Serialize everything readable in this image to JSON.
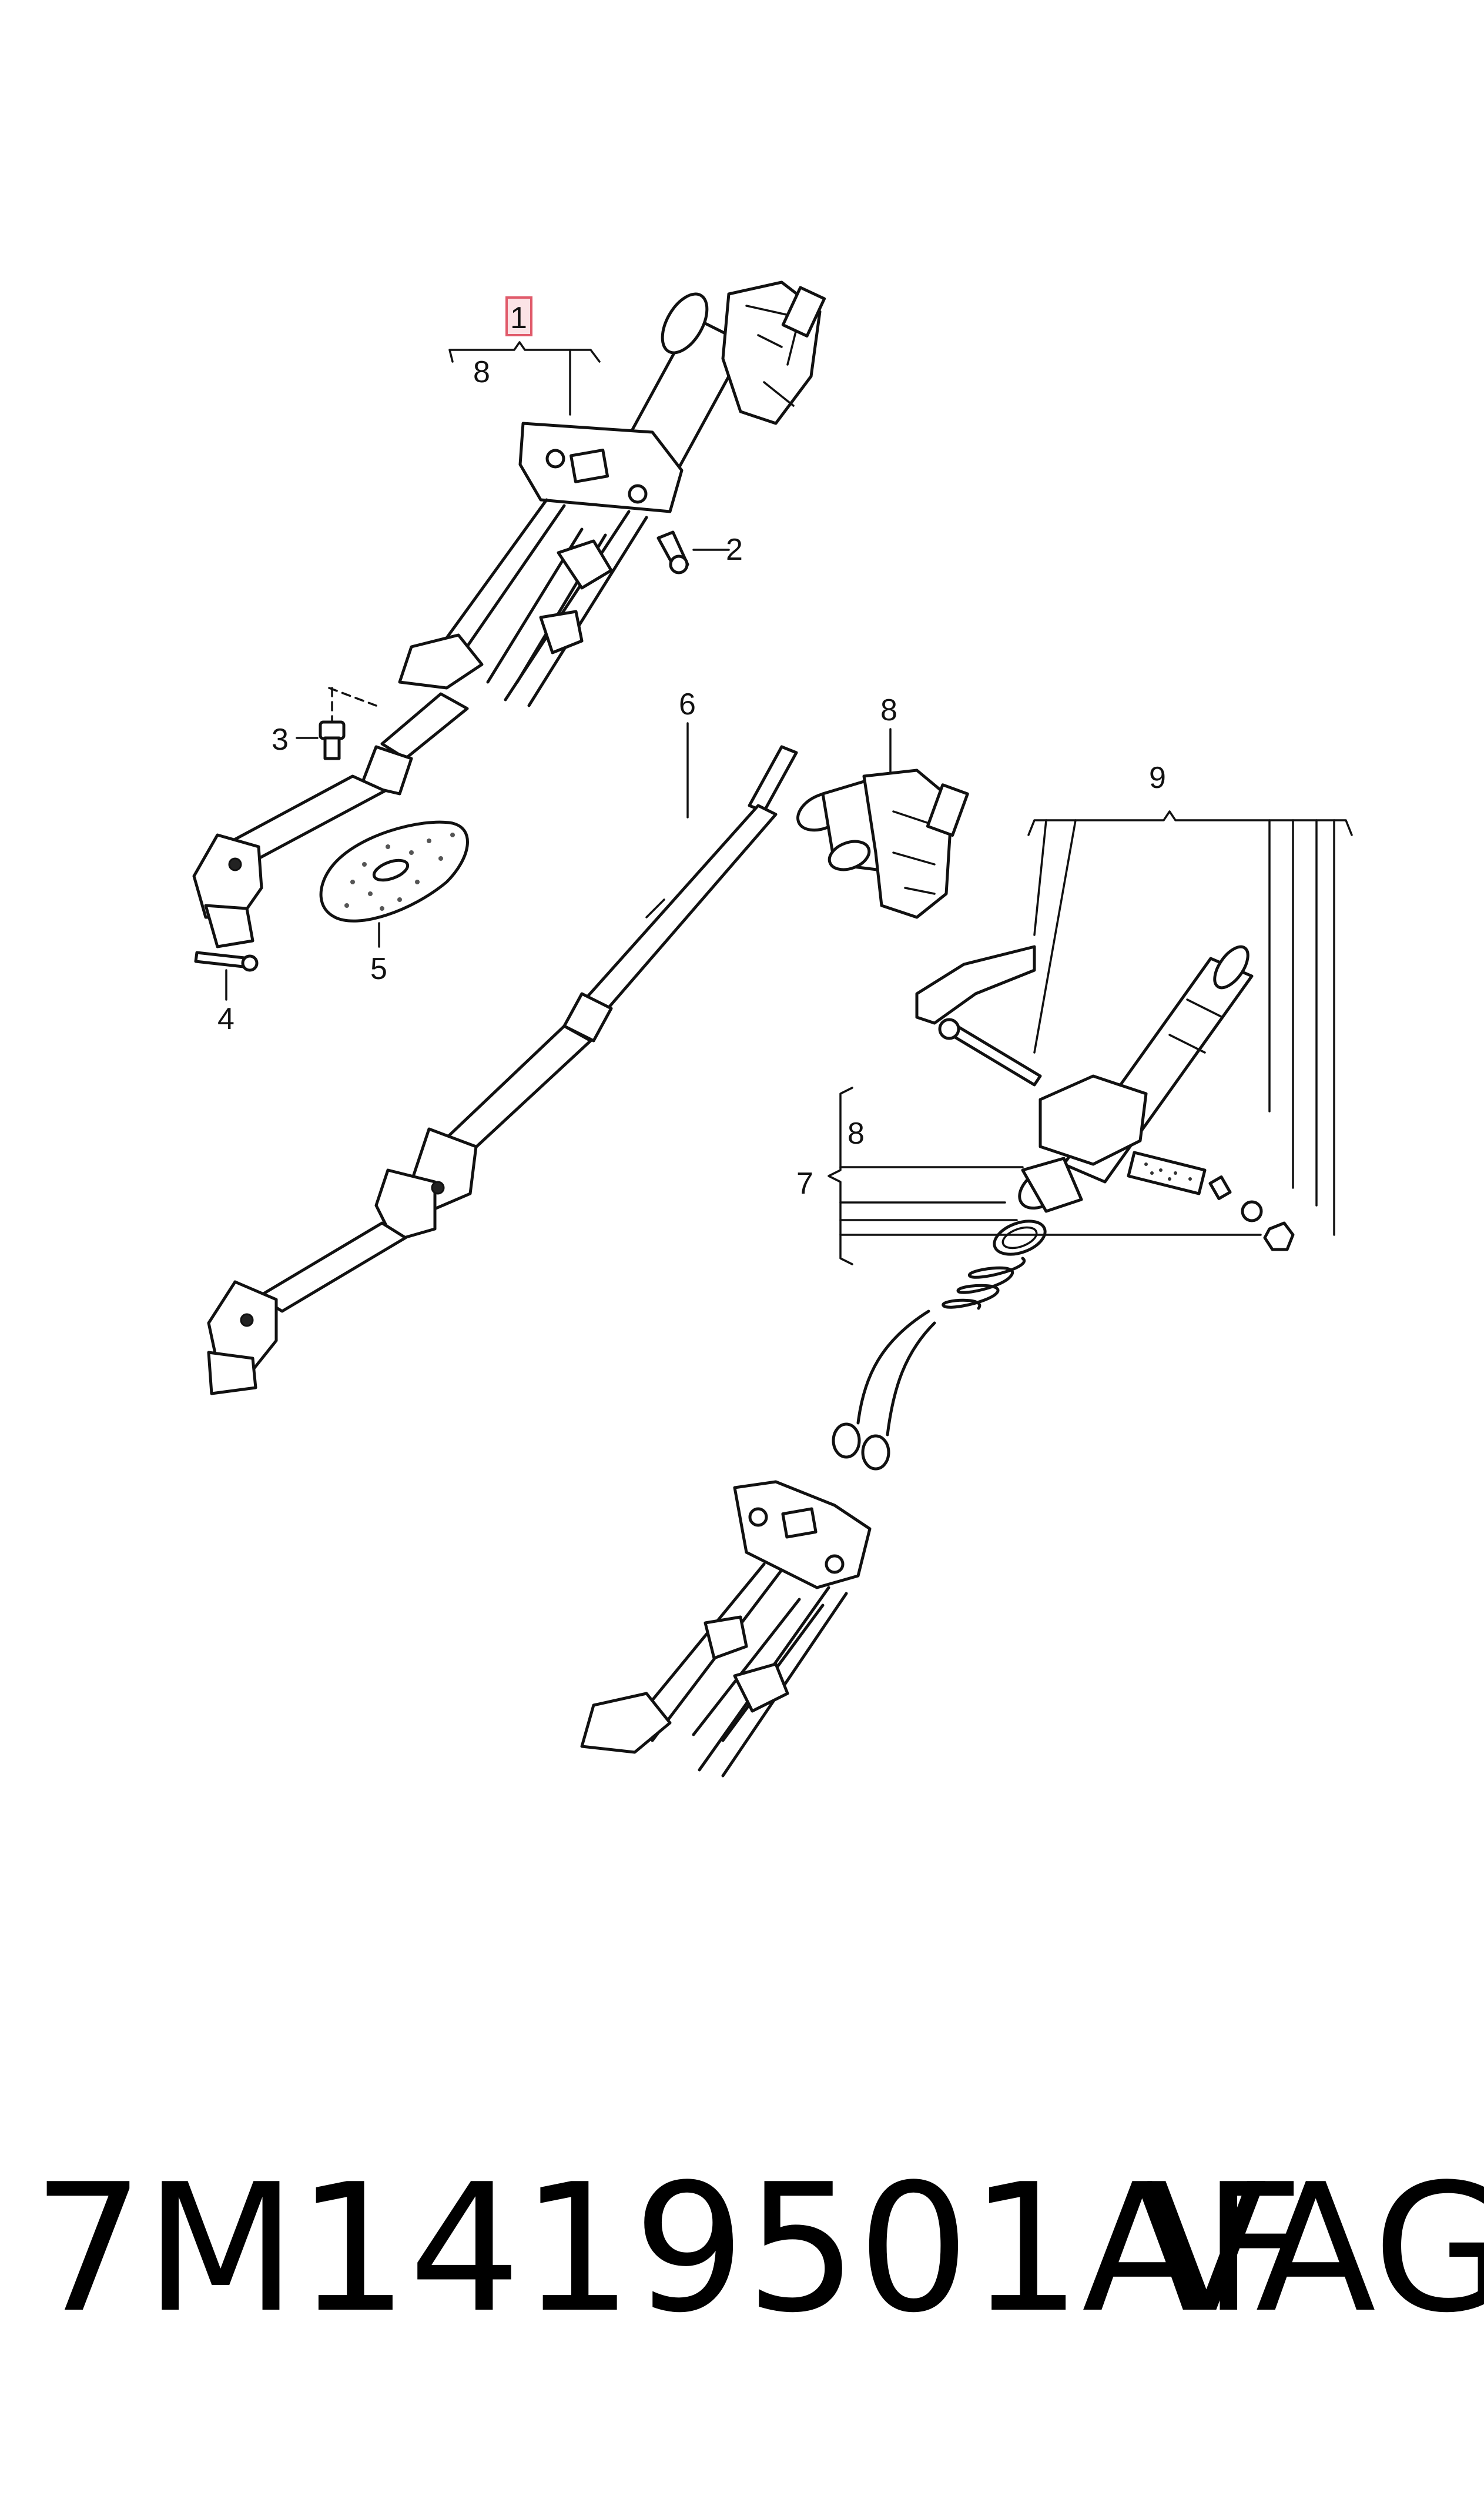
{
  "callouts": {
    "c1": "1",
    "c8_top": "8",
    "c2": "2",
    "c3": "3",
    "c4": "4",
    "c5": "5",
    "c6": "6",
    "c8_mid": "8",
    "c9": "9",
    "c8_right": "8",
    "c7": "7"
  },
  "highlight_color": "#e05a6a",
  "footer": {
    "part_number": "7M1419501AF",
    "brand": "VAG"
  }
}
